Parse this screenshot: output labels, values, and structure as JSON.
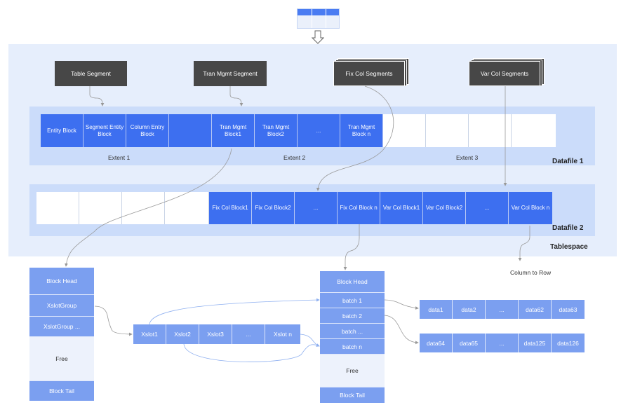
{
  "segments": {
    "table": "Table Segment",
    "tran_mgmt": "Tran Mgmt Segment",
    "fix_col": "Fix Col Segments",
    "var_col": "Var Col Segments"
  },
  "datafile1": {
    "label": "Datafile 1",
    "blocks": [
      "Entity Block",
      "Segment Entity Block",
      "Column Entry Block",
      "",
      "Tran Mgmt Block1",
      "Tran Mgmt Block2",
      "...",
      "Tran Mgmt Block n",
      "",
      "",
      "",
      ""
    ],
    "extents": [
      "Extent 1",
      "Extent 2",
      "Extent 3"
    ]
  },
  "datafile2": {
    "label": "Datafile 2",
    "blocks": [
      "",
      "",
      "",
      "",
      "Fix Col Block1",
      "Fix Col Block2",
      "...",
      "Fix Col Block n",
      "Var Col Block1",
      "Var Col Block2",
      "...",
      "Var Col Block n"
    ]
  },
  "tablespace_label": "Tablespace",
  "column_to_row": "Column to Row",
  "tran_block": {
    "head": "Block Head",
    "xslot_group": "XslotGroup",
    "xslot_group_more": "XslotGroup ...",
    "free": "Free",
    "tail": "Block Tail"
  },
  "xslots": [
    "Xslot1",
    "Xslot2",
    "Xslot3",
    "...",
    "Xslot n"
  ],
  "col_block": {
    "head": "Block Head",
    "batches": [
      "batch 1",
      "batch 2",
      "batch ...",
      "batch n"
    ],
    "free": "Free",
    "tail": "Block Tail"
  },
  "data_row1": [
    "data1",
    "data2",
    "...",
    "data62",
    "data63"
  ],
  "data_row2": [
    "data64",
    "data65",
    "...",
    "data125",
    "data126"
  ],
  "colors": {
    "block_blue": "#3d6ff0",
    "light_blue": "#7b9ff0",
    "segment_gray": "#474747",
    "tablespace_bg": "#e6eefc",
    "datafile_bg": "#cbdcfa"
  }
}
